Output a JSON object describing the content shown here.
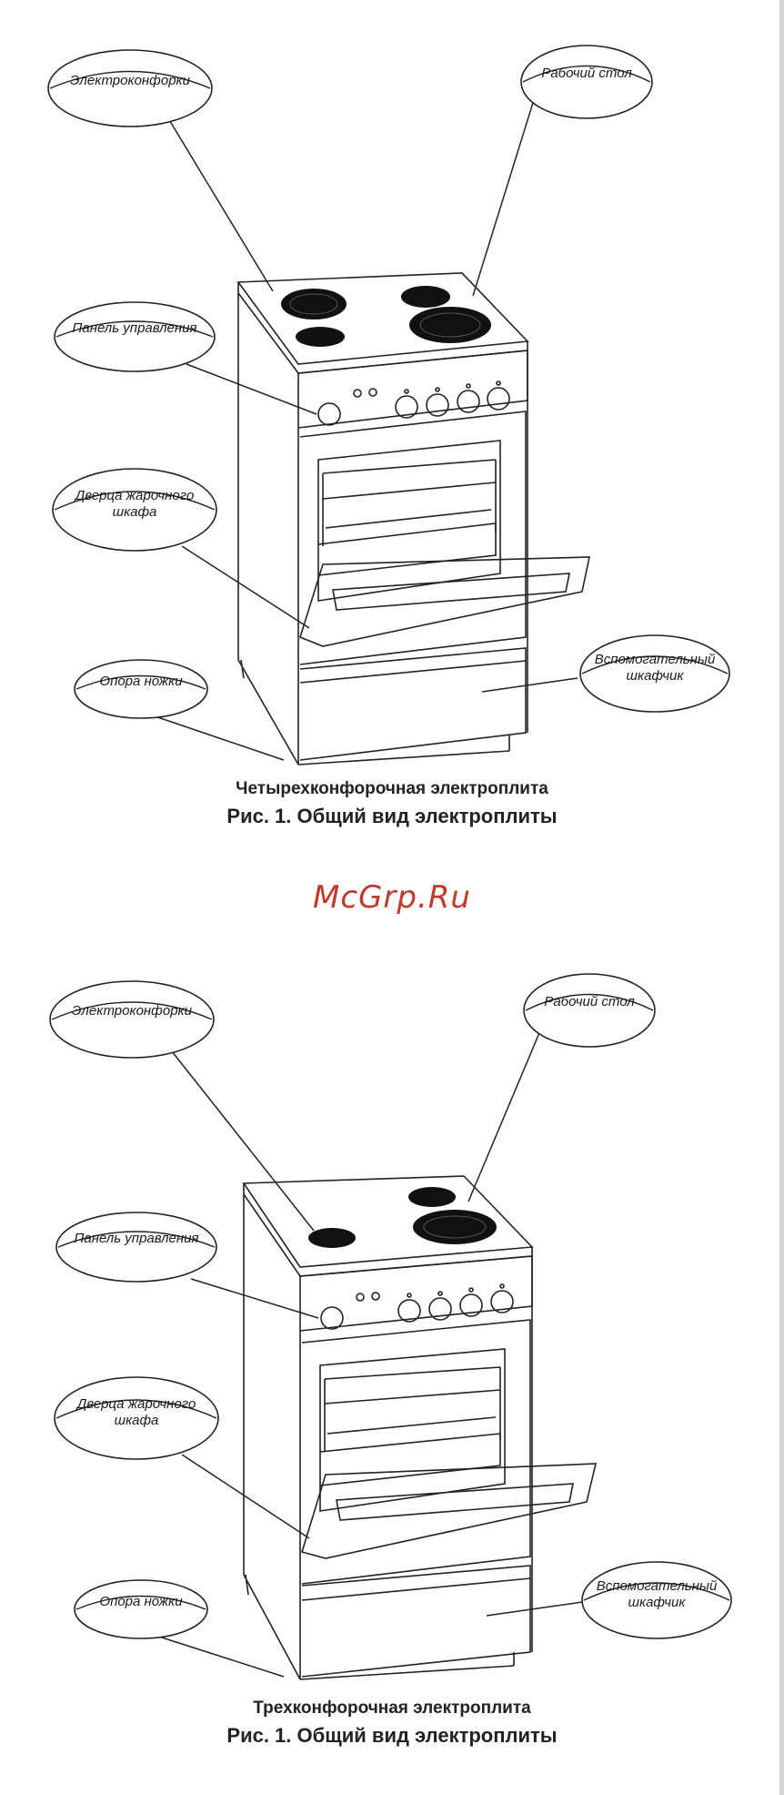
{
  "watermark": "McGrp.Ru",
  "figures": [
    {
      "labels": {
        "burners": "Электроконфорки",
        "worktop": "Рабочий стол",
        "control_panel": "Панель управления",
        "oven_door_1": "Дверца жарочного",
        "oven_door_2": "шкафа",
        "leg": "Опора ножки",
        "cabinet_1": "Вспомогательный",
        "cabinet_2": "шкафчик"
      },
      "caption_sub": "Четырехконфорочная электроплита",
      "caption_main": "Рис.  1.  Общий вид электроплиты"
    },
    {
      "labels": {
        "burners": "Электроконфорки",
        "worktop": "Рабочий стол",
        "control_panel": "Панель управления",
        "oven_door_1": "Дверца жарочного",
        "oven_door_2": "шкафа",
        "leg": "Опора ножки",
        "cabinet_1": "Вспомогательный",
        "cabinet_2": "шкафчик"
      },
      "caption_sub": "Трехконфорочная электроплита",
      "caption_main": "Рис.  1.  Общий вид электроплиты"
    }
  ]
}
